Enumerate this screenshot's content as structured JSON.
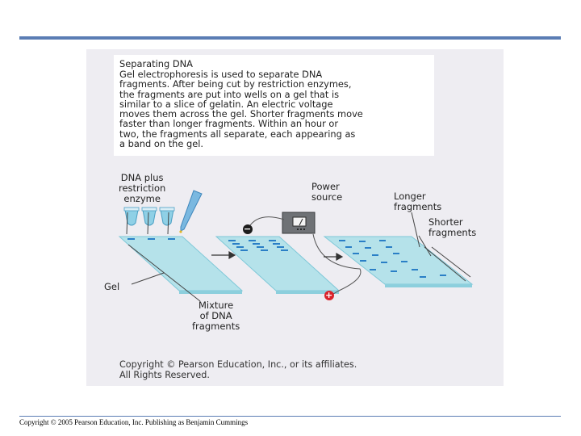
{
  "slide": {
    "footer": "Copyright © 2005 Pearson Education, Inc. Publishing as Benjamin Cummings"
  },
  "figure": {
    "title": "Separating DNA",
    "body": "Gel electrophoresis is used to separate DNA\nfragments. After being cut by restriction enzymes,\nthe fragments are put into wells on a gel that is\nsimilar to a slice of gelatin. An electric voltage\nmoves them across the gel. Shorter fragments move\nfaster than longer fragments. Within an hour or\ntwo, the fragments all separate, each appearing as\na band on the gel.",
    "labels": {
      "dna_plus": "DNA plus\nrestriction\nenzyme",
      "power_source": "Power\nsource",
      "longer": "Longer\nfragments",
      "shorter": "Shorter\nfragments",
      "gel": "Gel",
      "mixture": "Mixture\nof DNA\nfragments",
      "negative": "−",
      "positive": "+"
    },
    "copyright": "Copyright © Pearson Education, Inc., or its affiliates.\nAll Rights Reserved."
  }
}
